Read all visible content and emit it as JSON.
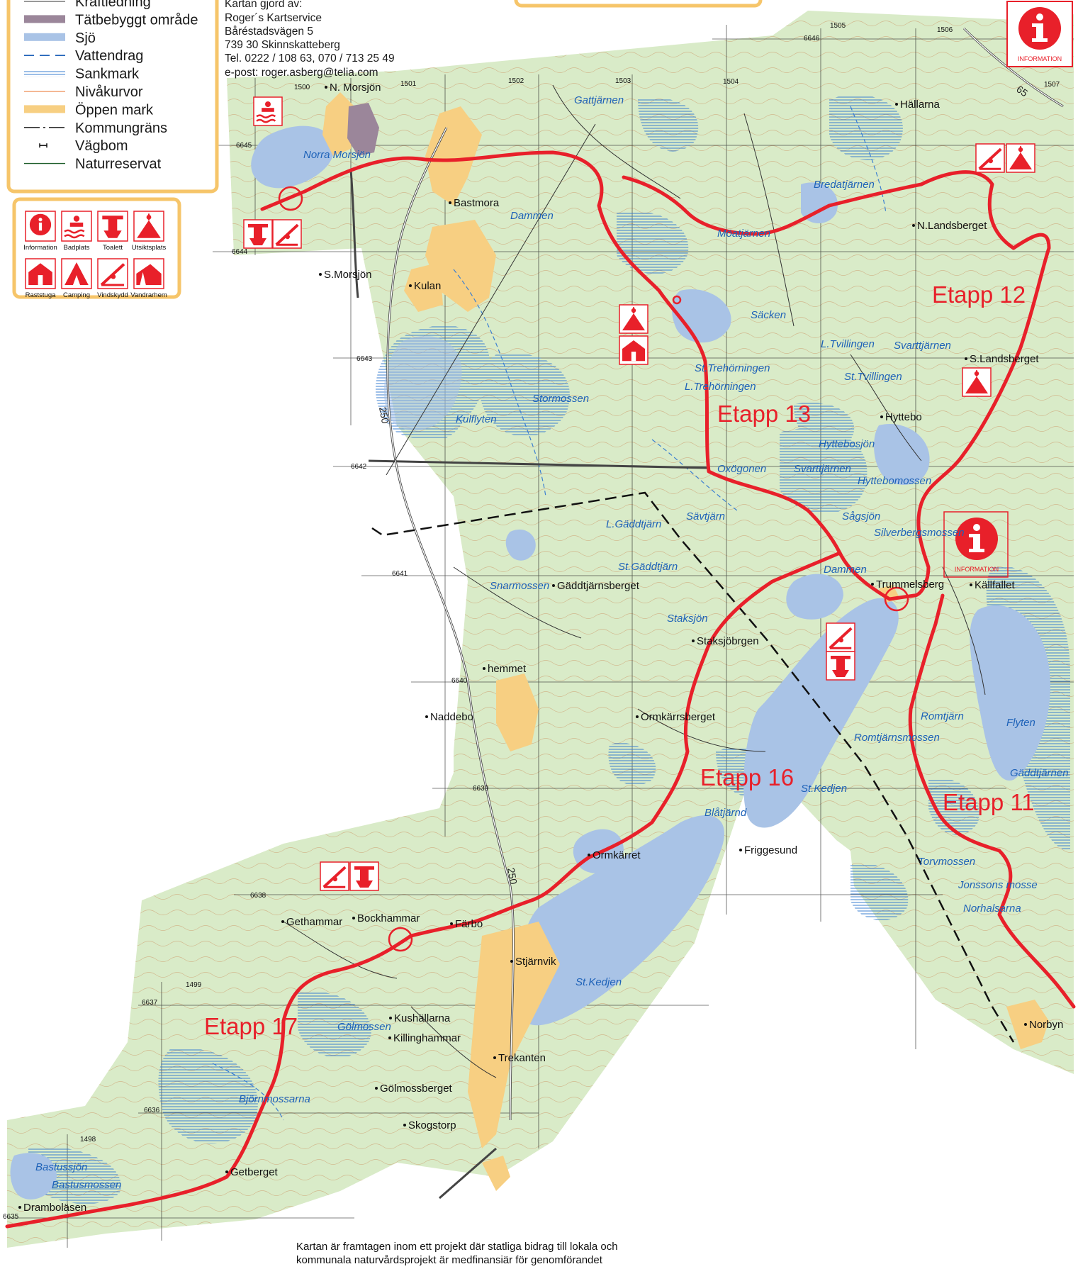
{
  "legend": {
    "items": [
      {
        "label": "Kraftledning",
        "symbol": "powerline"
      },
      {
        "label": "Tätbebyggt område",
        "symbol": "built-up"
      },
      {
        "label": "Sjö",
        "symbol": "lake"
      },
      {
        "label": "Vattendrag",
        "symbol": "stream"
      },
      {
        "label": "Sankmark",
        "symbol": "marsh"
      },
      {
        "label": "Nivåkurvor",
        "symbol": "contour"
      },
      {
        "label": "Öppen mark",
        "symbol": "open-land"
      },
      {
        "label": "Kommungräns",
        "symbol": "municipal-border"
      },
      {
        "label": "Vägbom",
        "symbol": "road-barrier"
      },
      {
        "label": "Naturreservat",
        "symbol": "nature-reserve"
      }
    ],
    "symbols": [
      {
        "label": "Information",
        "icon": "information-icon"
      },
      {
        "label": "Badplats",
        "icon": "swimming-icon"
      },
      {
        "label": "Toalett",
        "icon": "toilet-icon"
      },
      {
        "label": "Utsiktsplats",
        "icon": "viewpoint-icon"
      },
      {
        "label": "Raststuga",
        "icon": "rest-hut-icon"
      },
      {
        "label": "Camping",
        "icon": "camping-icon"
      },
      {
        "label": "Vindskydd",
        "icon": "shelter-icon"
      },
      {
        "label": "Vandrarhem",
        "icon": "hostel-icon"
      }
    ]
  },
  "credits": {
    "lines": [
      "Kartan gjord av:",
      "Roger´s Kartservice",
      "Båréstadsvägen 5",
      "739 30 Skinnskatteberg",
      "Tel. 0222 / 108 63, 070 /  713 25 49",
      "e-post: roger.asberg@telia.com"
    ]
  },
  "info_badge": "INFORMATION",
  "stages": [
    "Etapp 12",
    "Etapp 13",
    "Etapp 16",
    "Etapp 11",
    "Etapp 17"
  ],
  "places": [
    "N. Morsjön",
    "Bastmora",
    "S.Morsjön",
    "Kulan",
    "Hällarna",
    "N.Landsberget",
    "S.Landsberget",
    "Hyttebo",
    "Trummelsberg",
    "Källfallet",
    "Gäddtjärnsberget",
    "Staksjöbrgen",
    "Ormkärrsberget",
    "hemmet",
    "Naddebo",
    "Ormkärret",
    "Friggesund",
    "Gethammar",
    "Bockhammar",
    "Färbo",
    "Stjärnvik",
    "Kushällarna",
    "Killinghammar",
    "Trekanten",
    "Gölmossberget",
    "Skogstorp",
    "Getberget",
    "Dramboläsen",
    "Norbyn"
  ],
  "waters": [
    "Norra Morsjön",
    "Gattjärnen",
    "Dammen",
    "Bredatjärnen",
    "Möatjärnen",
    "Säcken",
    "L.Tvillingen",
    "Svarttjärnen",
    "St.Tvillingen",
    "St.Trehörningen",
    "L.Trehörningen",
    "Stormossen",
    "Kulflyten",
    "Hyttebosjön",
    "Svarttjärnen",
    "Oxögonen",
    "Hyttebomossen",
    "Sågsjön",
    "Silverbergsmossen",
    "L.Gäddtjärn",
    "Sävtjärn",
    "St.Gäddtjärn",
    "Snarmossen",
    "Dammen",
    "Staksjön",
    "Romtjärn",
    "Flyten",
    "Romtjärnsmossen",
    "St.Kedjen",
    "Gäddtjärnen",
    "Blåtjärnd",
    "Torvmossen",
    "Jonssons mosse",
    "Norhalsarna",
    "St.Kedjen",
    "Gölmossen",
    "Björnmossarna",
    "Bastussjön",
    "Bastusmossen"
  ],
  "grid_labels": {
    "x": [
      "1500",
      "1501",
      "1502",
      "1503",
      "1504",
      "1505",
      "1506",
      "1507",
      "1499",
      "1498"
    ],
    "y": [
      "6646",
      "6645",
      "6644",
      "6643",
      "6642",
      "6641",
      "6640",
      "6639",
      "6638",
      "6637",
      "6636",
      "6635"
    ]
  },
  "roads": [
    "250",
    "250",
    "65"
  ],
  "footer": {
    "line1": "Kartan är framtagen inom ett projekt där statliga bidrag till lokala och",
    "line2": "kommunala naturvårdsprojekt är medfinansiär för genomförandet"
  },
  "colors": {
    "land": "#d9ebc8",
    "lake": "#a9c3e6",
    "open_land": "#f7cf82",
    "built_up": "#9b869a",
    "trail": "#e8202a",
    "legend_border": "#f6c56a",
    "water_text": "#1e62b8",
    "contour": "#c98c5a"
  }
}
